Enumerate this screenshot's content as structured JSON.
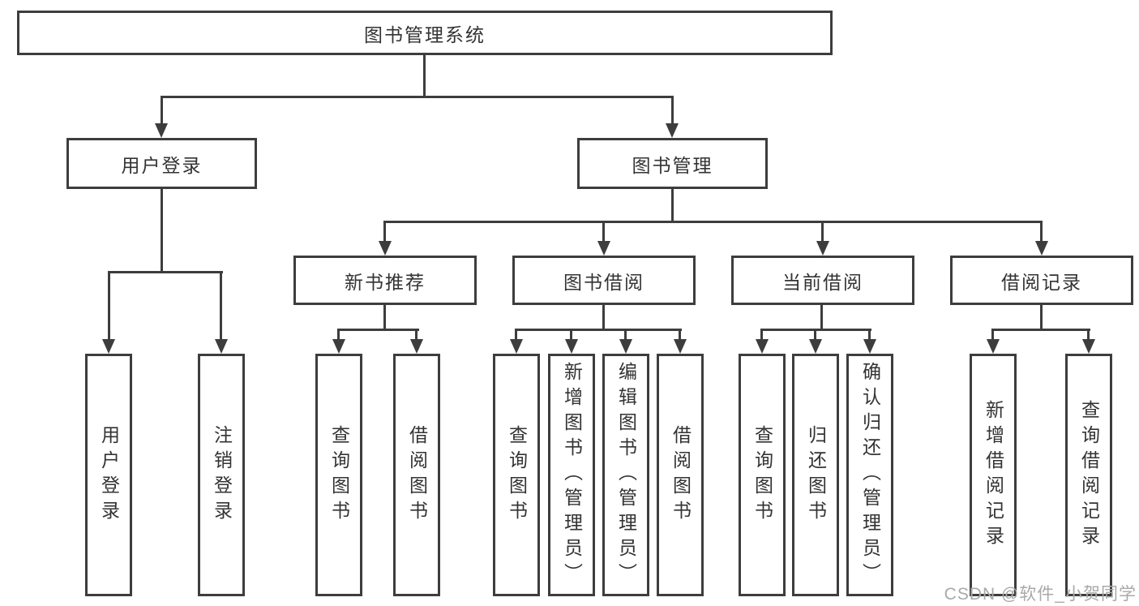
{
  "diagram": {
    "root": "图书管理系统",
    "branches": [
      {
        "label": "用户登录",
        "children": [
          "用户登录",
          "注销登录"
        ]
      },
      {
        "label": "图书管理",
        "groups": [
          {
            "label": "新书推荐",
            "children": [
              "查询图书",
              "借阅图书"
            ]
          },
          {
            "label": "图书借阅",
            "children": [
              "查询图书",
              "新增图书（管理员）",
              "编辑图书（管理员）",
              "借阅图书"
            ]
          },
          {
            "label": "当前借阅",
            "children": [
              "查询图书",
              "归还图书",
              "确认归还（管理员）"
            ]
          },
          {
            "label": "借阅记录",
            "children": [
              "新增借阅记录",
              "查询借阅记录"
            ]
          }
        ]
      }
    ]
  },
  "watermark": "CSDN @软件_小贺同学",
  "colors": {
    "line": "#3d3d3d",
    "text": "#333333",
    "watermark": "#a9a9a9",
    "background": "#ffffff"
  }
}
